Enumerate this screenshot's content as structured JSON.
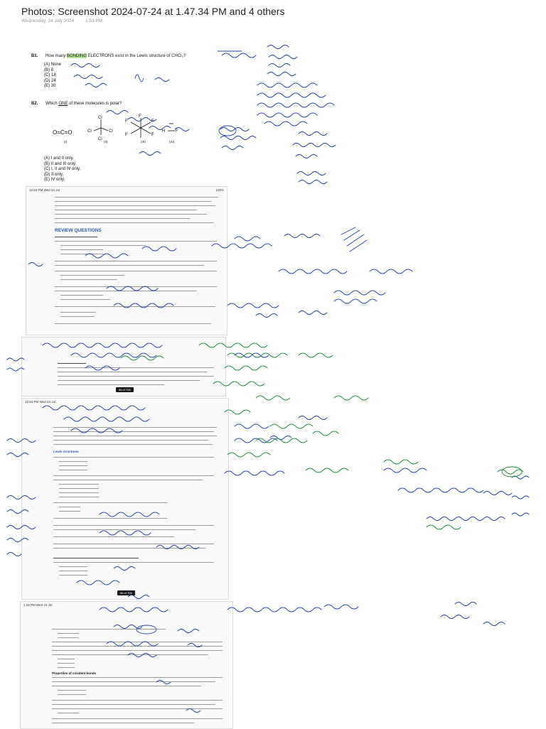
{
  "header": {
    "title": "Photos: Screenshot 2024-07-24 at 1.47.34 PM and 4 others",
    "date": "Wednesday, 24 July 2024",
    "time": "1:53 PM"
  },
  "page1": {
    "b1_number": "B1.",
    "b1_text_pre": "How many ",
    "b1_text_hl": "BONDING",
    "b1_text_post": " ELECTRONS exist in the Lewis structure of CHCl₃?",
    "b1_options": [
      "(A) None",
      "(B) 8",
      "(C) 18",
      "(D) 24",
      "(E) 30"
    ],
    "b2_number": "B2.",
    "b2_text_pre": "Which ",
    "b2_text_hl": "ONE",
    "b2_text_post": " of these molecules is polar?",
    "mol_1": "O=C=O",
    "mol_labels": [
      "(I)",
      "(II)",
      "(III)",
      "(IV)"
    ],
    "b2_options": [
      "(A) I and II only.",
      "(B) II and III only.",
      "(C) I, II and IV only.",
      "(D) II only.",
      "(E) IV only."
    ]
  },
  "screens": {
    "s2_time": "12:53 PM  Wed 24 Jul",
    "s2_batt": "100%",
    "s2_section": "REVIEW QUESTIONS",
    "s3_badge": "56 of 705",
    "s4_time": "12:53 PM  Wed 24 Jul",
    "s4_section": "Lewis structures",
    "s4_badge": "56 of 705",
    "s5_time": "1:24 PM  Wed 24 Jul",
    "s5_section": "Properties of covalent bonds"
  }
}
